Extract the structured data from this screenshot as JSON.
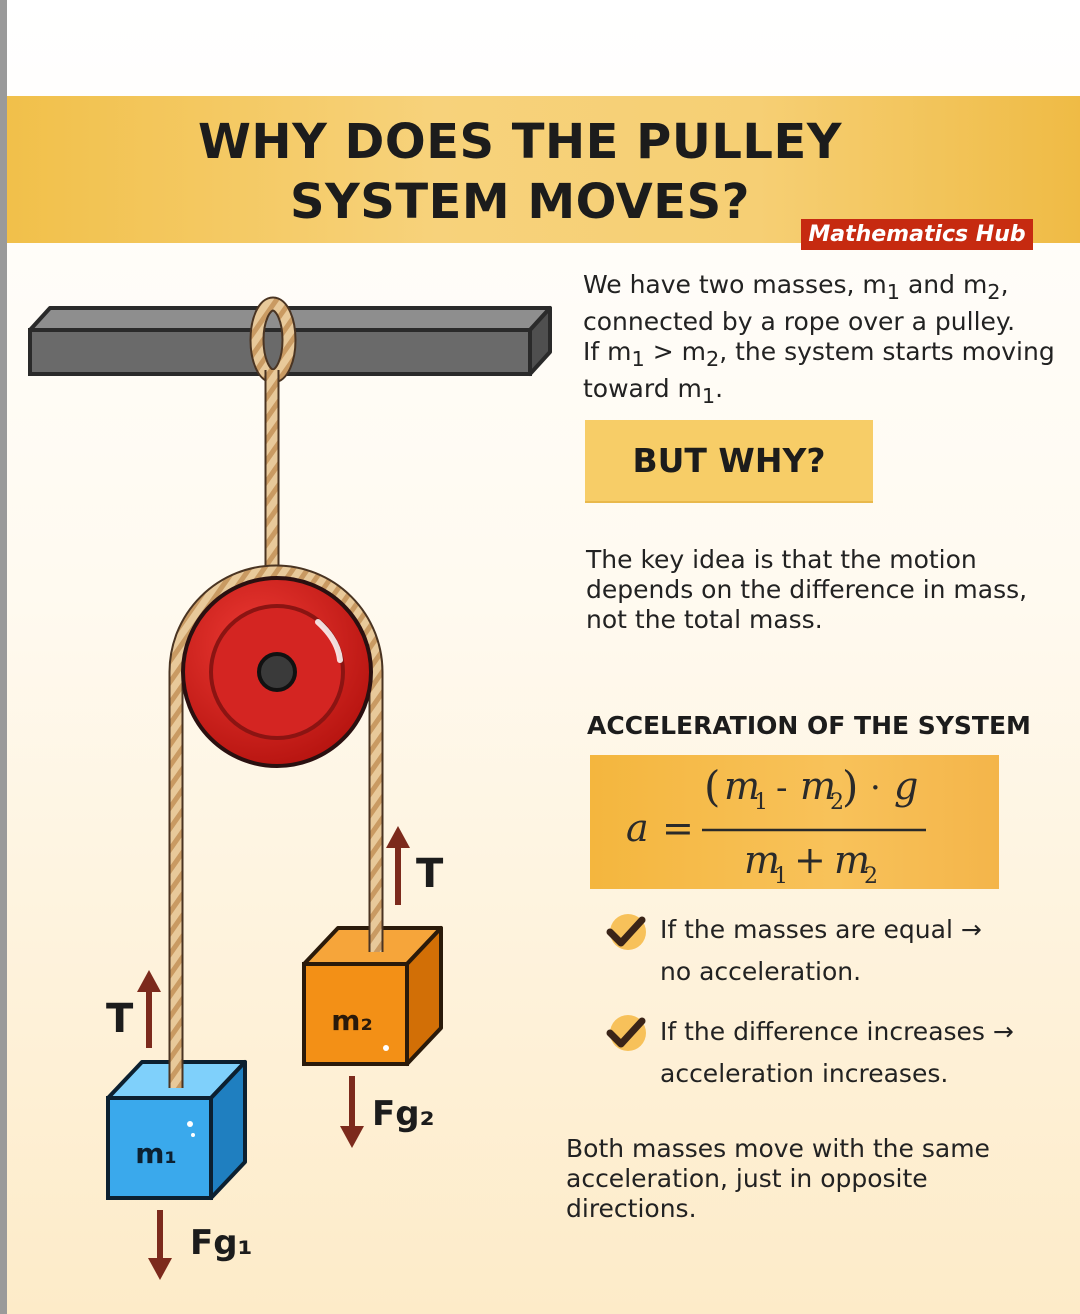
{
  "header": {
    "title_line1": "WHY DOES THE PULLEY",
    "title_line2": "SYSTEM MOVES?",
    "brand": "Mathematics Hub"
  },
  "intro": {
    "line1": "We have two masses, m",
    "line1_sub1": "1",
    "line1_mid": " and m",
    "line1_sub2": "2",
    "line1_end": ",",
    "line2": "connected by a rope over a pulley.",
    "line3_start": "If m",
    "line3_sub1": "1",
    "line3_mid": " > m",
    "line3_sub2": "2",
    "line3_end": ", the system starts moving",
    "line4_start": "toward m",
    "line4_sub": "1",
    "line4_end": "."
  },
  "callout": {
    "label": "BUT WHY?"
  },
  "key_idea": {
    "line1": "The key idea is that the motion",
    "line2": "depends on the difference in mass,",
    "line3": "not the total mass."
  },
  "acceleration": {
    "heading": "ACCELERATION OF THE SYSTEM",
    "formula": {
      "lhs": "a",
      "equals": "=",
      "m": "m",
      "sub1": "1",
      "sub2": "2",
      "minus": "-",
      "plus": "+",
      "dot": "·",
      "g": "g",
      "open_paren": "(",
      "close_paren": ")"
    }
  },
  "bullets": [
    {
      "line1": "If the masses are equal →",
      "line2": "no acceleration."
    },
    {
      "line1": "If the difference increases →",
      "line2": "acceleration increases."
    }
  ],
  "conclusion": {
    "line1": "Both masses move with the same",
    "line2": "acceleration, just in opposite",
    "line3": "directions."
  },
  "diagram": {
    "tension_label": "T",
    "mass1_label": "m₁",
    "mass2_label": "m₂",
    "weight1_label": "Fg₁",
    "weight2_label": "Fg₂",
    "colors": {
      "pulley": "#d91f1f",
      "mass1": "#3aa9ec",
      "mass2": "#f39016",
      "force_arrow": "#7c2a1c",
      "ceiling": "#6a6a6a",
      "rope": "#dcb483"
    }
  }
}
